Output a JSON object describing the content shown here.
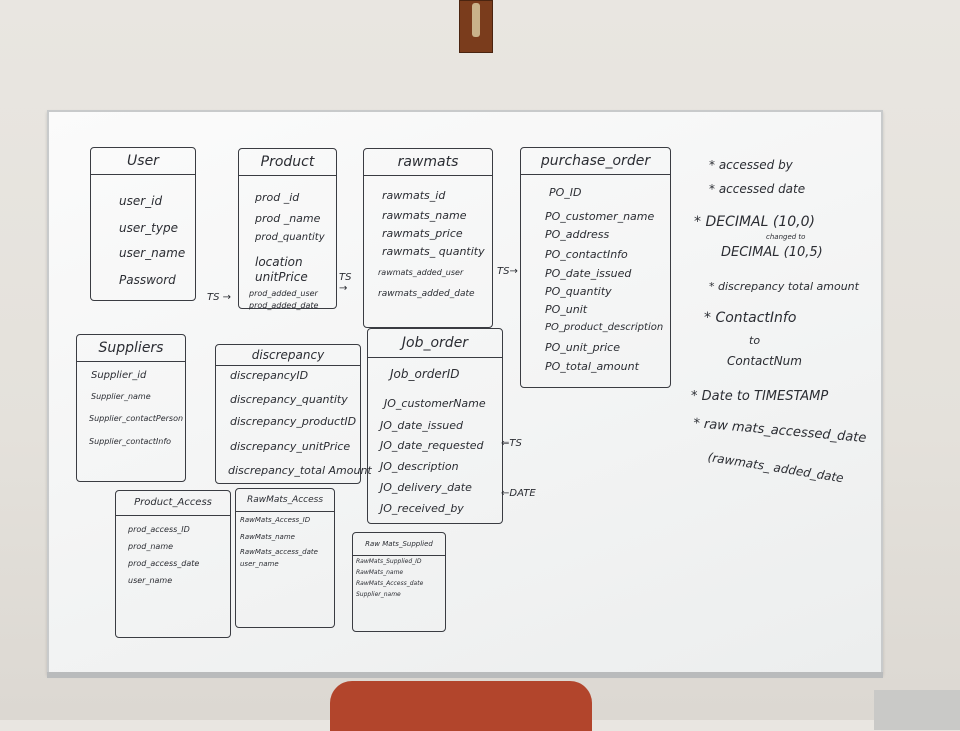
{
  "tables": {
    "user": {
      "title": "User",
      "fields": [
        "user_id",
        "user_type",
        "user_name",
        "Password"
      ]
    },
    "product": {
      "title": "Product",
      "fields": [
        "prod _id",
        "prod _name",
        "prod_quantity",
        "location",
        "unitPrice",
        "prod_added_user",
        "prod_added_date"
      ]
    },
    "rawmats": {
      "title": "rawmats",
      "fields": [
        "rawmats_id",
        "rawmats_name",
        "rawmats_price",
        "rawmats_ quantity",
        "rawmats_added_user",
        "rawmats_added_date"
      ]
    },
    "purchase_order": {
      "title": "purchase_order",
      "fields": [
        "PO_ID",
        "PO_customer_name",
        "PO_address",
        "PO_contactInfo",
        "PO_date_issued",
        "PO_quantity",
        "PO_unit",
        "PO_product_description",
        "PO_unit_price",
        "PO_total_amount"
      ]
    },
    "suppliers": {
      "title": "Suppliers",
      "fields": [
        "Supplier_id",
        "Supplier_name",
        "Supplier_contactPerson",
        "Supplier_contactInfo"
      ]
    },
    "discrepancy": {
      "title": "discrepancy",
      "fields": [
        "discrepancyID",
        "discrepancy_quantity",
        "discrepancy_productID",
        "discrepancy_unitPrice",
        "discrepancy_total Amount"
      ]
    },
    "job_order": {
      "title": "Job_order",
      "fields": [
        "Job_orderID",
        "JO_customerName",
        "JO_date_issued",
        "JO_date_requested",
        "JO_description",
        "JO_delivery_date",
        "JO_received_by"
      ]
    },
    "product_access": {
      "title": "Product_Access",
      "fields": [
        "prod_access_ID",
        "prod_name",
        "prod_access_date",
        "user_name"
      ]
    },
    "rawmats_access": {
      "title": "RawMats_Access",
      "fields": [
        "RawMats_Access_ID",
        "RawMats_name",
        "RawMats_access_date",
        "user_name"
      ]
    },
    "rawmats_supplied": {
      "title": "Raw Mats_Supplied",
      "fields": [
        "RawMats_Supplied_ID",
        "RawMats_name",
        "RawMats_Access_date",
        "Supplier_name"
      ]
    }
  },
  "arrows": {
    "ts1": "TS",
    "ts2": "TS",
    "ts3": "TS",
    "ts4": "TS",
    "date": "DATE"
  },
  "notes": {
    "n1": "* accessed by",
    "n2": "* accessed date",
    "n3": "* DECIMAL (10,0)",
    "n3b": "changed to",
    "n3c": "DECIMAL (10,5)",
    "n4": "* discrepancy total amount",
    "n5": "* ContactInfo",
    "n5b": "to",
    "n5c": "ContactNum",
    "n6": "* Date to TIMESTAMP",
    "n7": "* raw mats_accessed_date",
    "n8": "(rawmats_ added_date"
  },
  "colors": {
    "ink": "#2b2d33",
    "board": "#f5f6f6",
    "wall": "#e6e3de",
    "chair": "#b2452c",
    "cross": "#7a3c1c"
  }
}
